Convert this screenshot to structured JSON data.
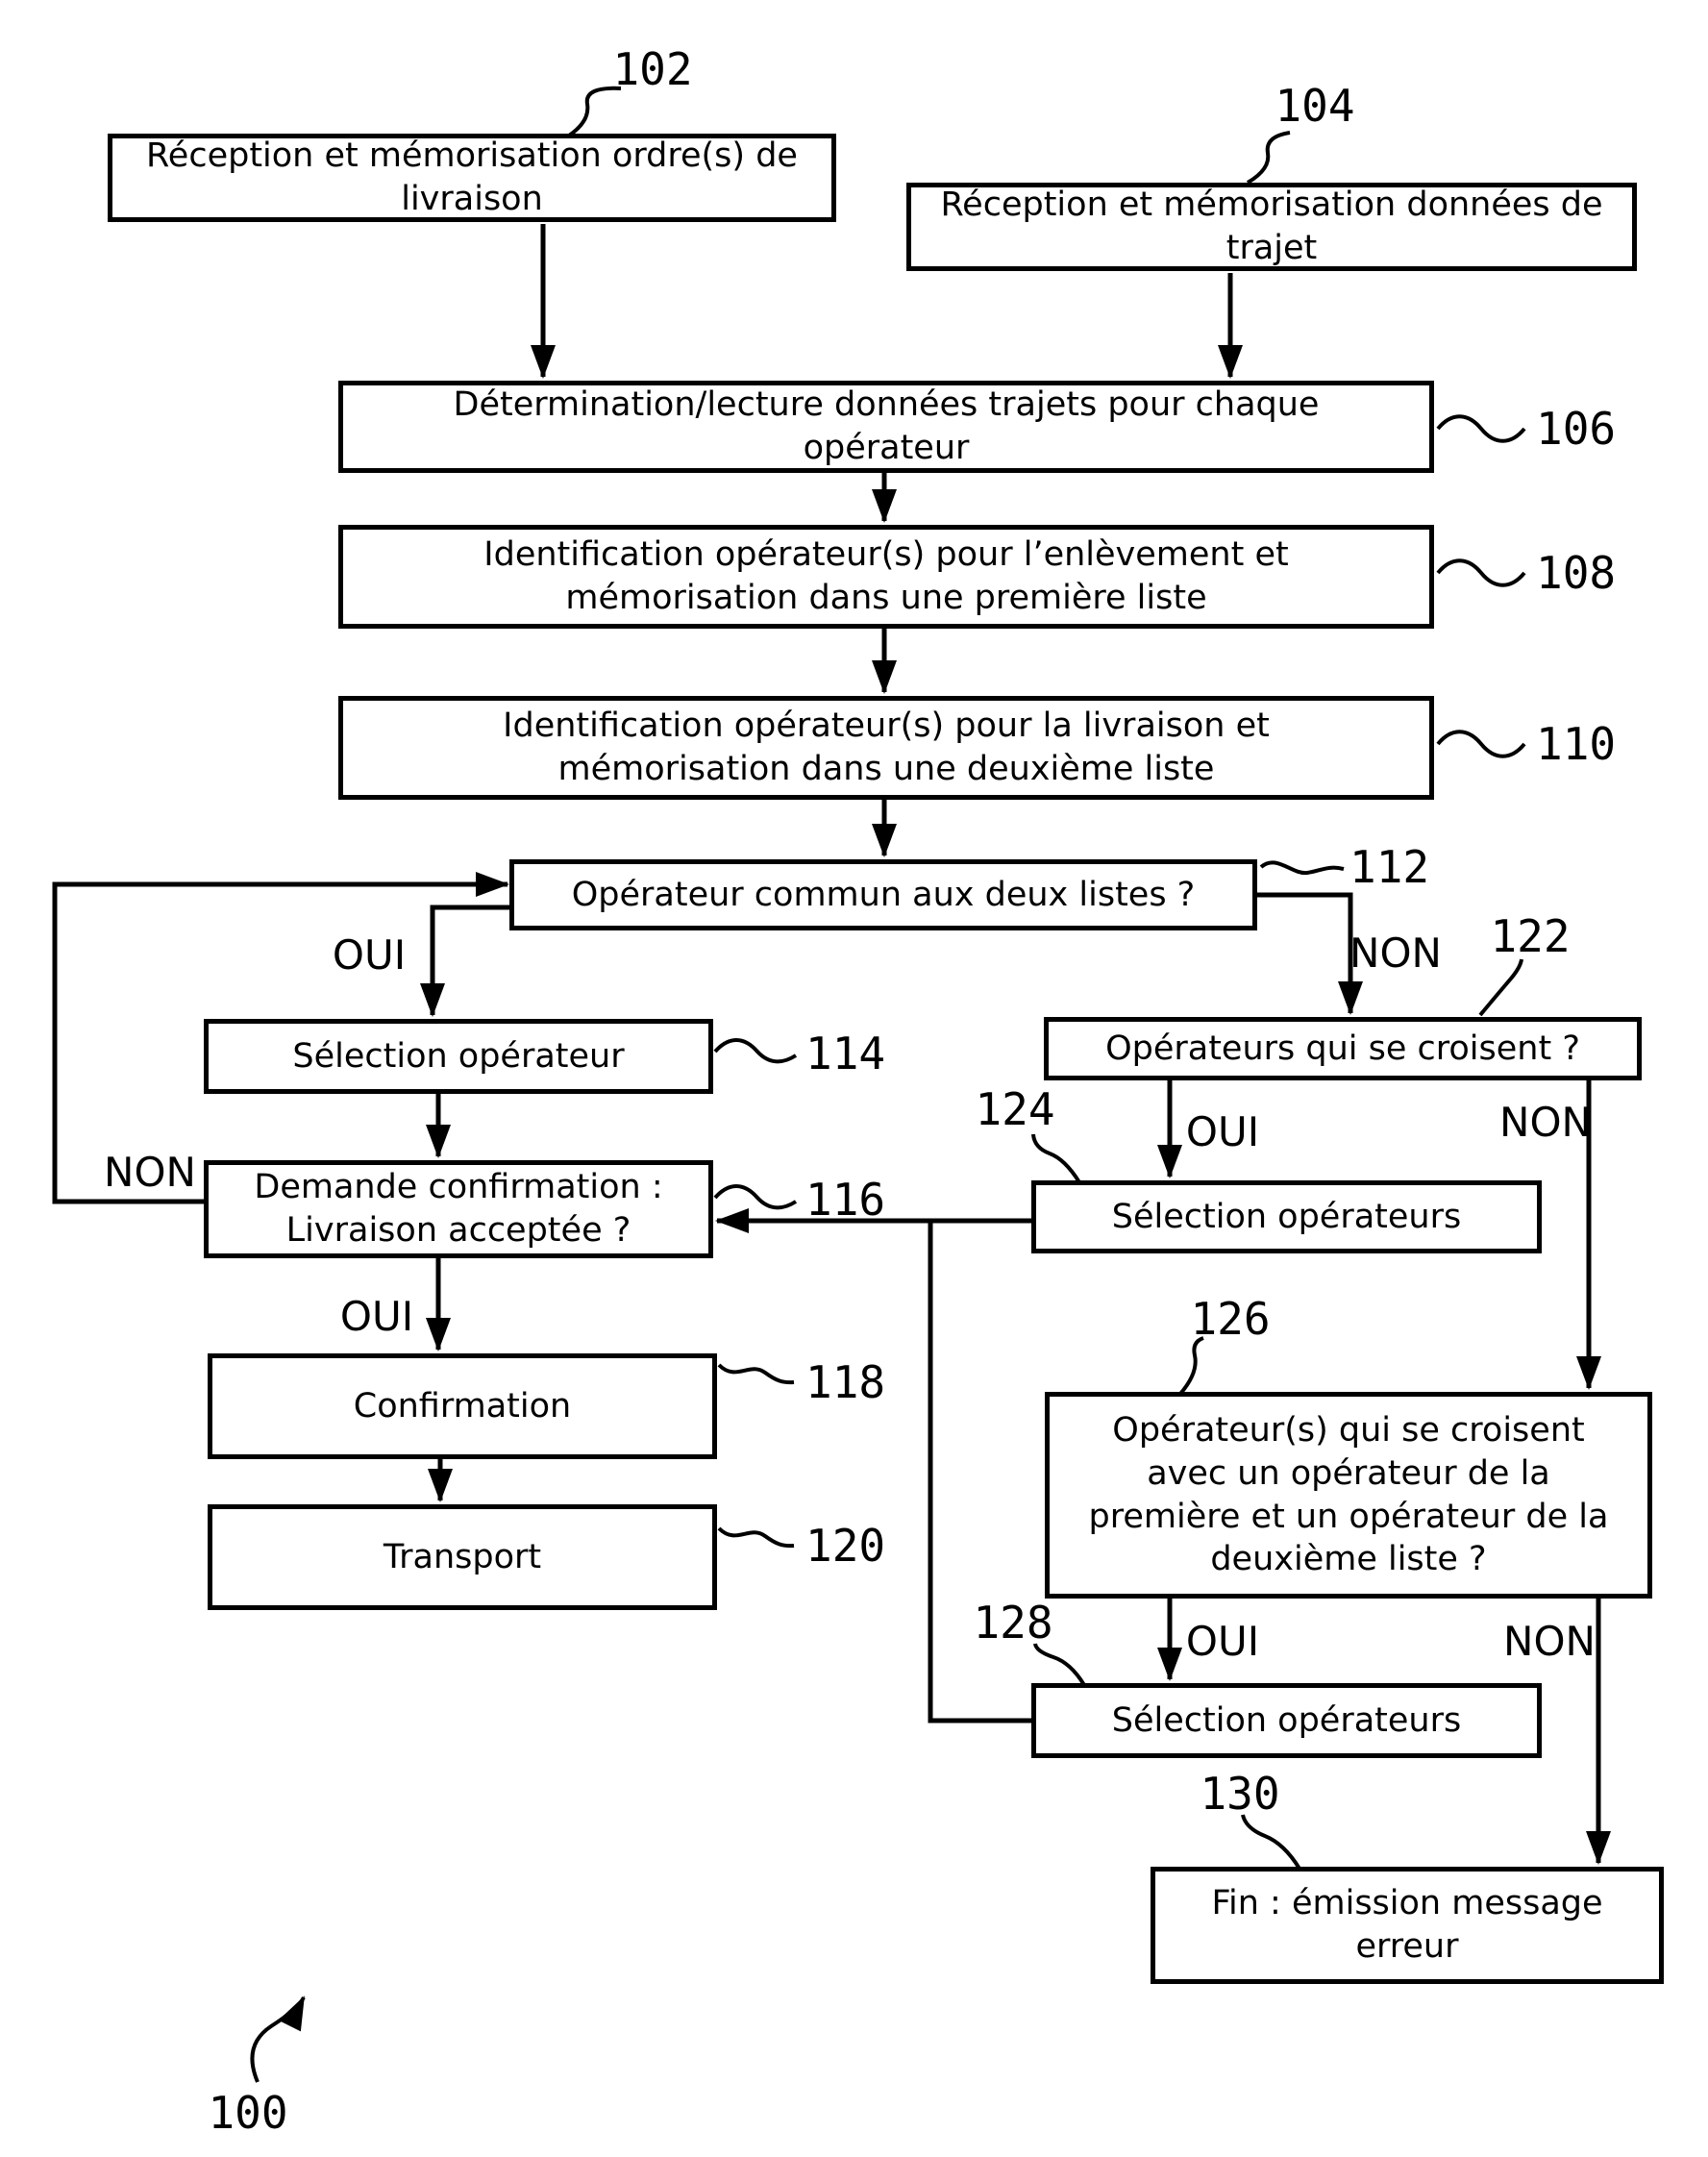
{
  "figure": {
    "figure_ref": "100",
    "labels": {
      "yes": "OUI",
      "no": "NON"
    }
  },
  "boxes": {
    "b102": {
      "ref": "102",
      "label": "Réception et mémorisation ordre(s) de\nlivraison"
    },
    "b104": {
      "ref": "104",
      "label": "Réception et mémorisation données de\ntrajet"
    },
    "b106": {
      "ref": "106",
      "label": "Détermination/lecture données trajets pour chaque\nopérateur"
    },
    "b108": {
      "ref": "108",
      "label": "Identification opérateur(s) pour l’enlèvement et\nmémorisation dans une première liste"
    },
    "b110": {
      "ref": "110",
      "label": "Identification opérateur(s) pour la livraison et\nmémorisation dans une deuxième liste"
    },
    "b112": {
      "ref": "112",
      "label": "Opérateur commun aux deux listes ?"
    },
    "b114": {
      "ref": "114",
      "label": "Sélection opérateur"
    },
    "b116": {
      "ref": "116",
      "label": "Demande confirmation :\nLivraison acceptée ?"
    },
    "b118": {
      "ref": "118",
      "label": "Confirmation"
    },
    "b120": {
      "ref": "120",
      "label": "Transport"
    },
    "b122": {
      "ref": "122",
      "label": "Opérateurs qui se croisent ?"
    },
    "b124": {
      "ref": "124",
      "label": "Sélection opérateurs"
    },
    "b126": {
      "ref": "126",
      "label": "Opérateur(s) qui se croisent\navec un opérateur de la\npremière et un opérateur de la\ndeuxième liste ?"
    },
    "b128": {
      "ref": "128",
      "label": "Sélection opérateurs"
    },
    "b130": {
      "ref": "130",
      "label": "Fin : émission message\nerreur"
    }
  },
  "edges": [
    {
      "from": "102",
      "to": "106",
      "branch": ""
    },
    {
      "from": "104",
      "to": "106",
      "branch": ""
    },
    {
      "from": "106",
      "to": "108",
      "branch": ""
    },
    {
      "from": "108",
      "to": "110",
      "branch": ""
    },
    {
      "from": "110",
      "to": "112",
      "branch": ""
    },
    {
      "from": "112",
      "to": "114",
      "branch": "OUI"
    },
    {
      "from": "112",
      "to": "122",
      "branch": "NON"
    },
    {
      "from": "114",
      "to": "116",
      "branch": ""
    },
    {
      "from": "116",
      "to": "118",
      "branch": "OUI"
    },
    {
      "from": "116",
      "to": "112",
      "branch": "NON"
    },
    {
      "from": "118",
      "to": "120",
      "branch": ""
    },
    {
      "from": "122",
      "to": "124",
      "branch": "OUI"
    },
    {
      "from": "122",
      "to": "126",
      "branch": "NON"
    },
    {
      "from": "124",
      "to": "116",
      "branch": ""
    },
    {
      "from": "126",
      "to": "128",
      "branch": "OUI"
    },
    {
      "from": "126",
      "to": "130",
      "branch": "NON"
    },
    {
      "from": "128",
      "to": "116",
      "branch": ""
    }
  ]
}
